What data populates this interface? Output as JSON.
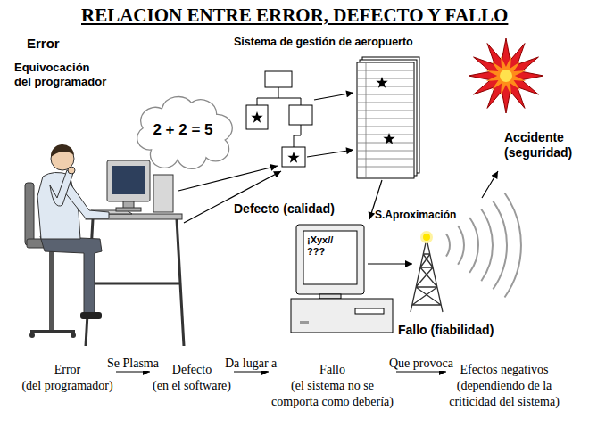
{
  "diagram": {
    "title": "RELACION ENTRE ERROR, DEFECTO Y FALLO",
    "nodes": [
      {
        "text": [
          "2 + 2 = 5"
        ]
      },
      {
        "text": [
          "Error",
          "(del programador)"
        ]
      },
      {
        "text": [
          "Defecto",
          "(en el software)"
        ]
      },
      {
        "text": [
          "Fallo",
          "(el sistema no se comporta como debería)"
        ]
      },
      {
        "text": [
          "Efectos negativos",
          "(dependiendo de la criticidad del sistema)"
        ]
      }
    ],
    "edges": [
      {
        "from": 1,
        "to": 2,
        "label": "Se Plasma",
        "arrow": "to"
      },
      {
        "from": 2,
        "to": 3,
        "label": "Da lugar a",
        "arrow": "to"
      },
      {
        "from": 3,
        "to": 4,
        "label": "Que provoca",
        "arrow": "to"
      }
    ],
    "labels": [
      "Error",
      "Equivocación del programador",
      "Sistema de gestión de aeropuerto",
      "Accidente (seguridad)",
      "Defecto (calidad)",
      "S.Aproximación",
      "¡Xyx// ???",
      "Fallo (fiabilidad)"
    ]
  }
}
